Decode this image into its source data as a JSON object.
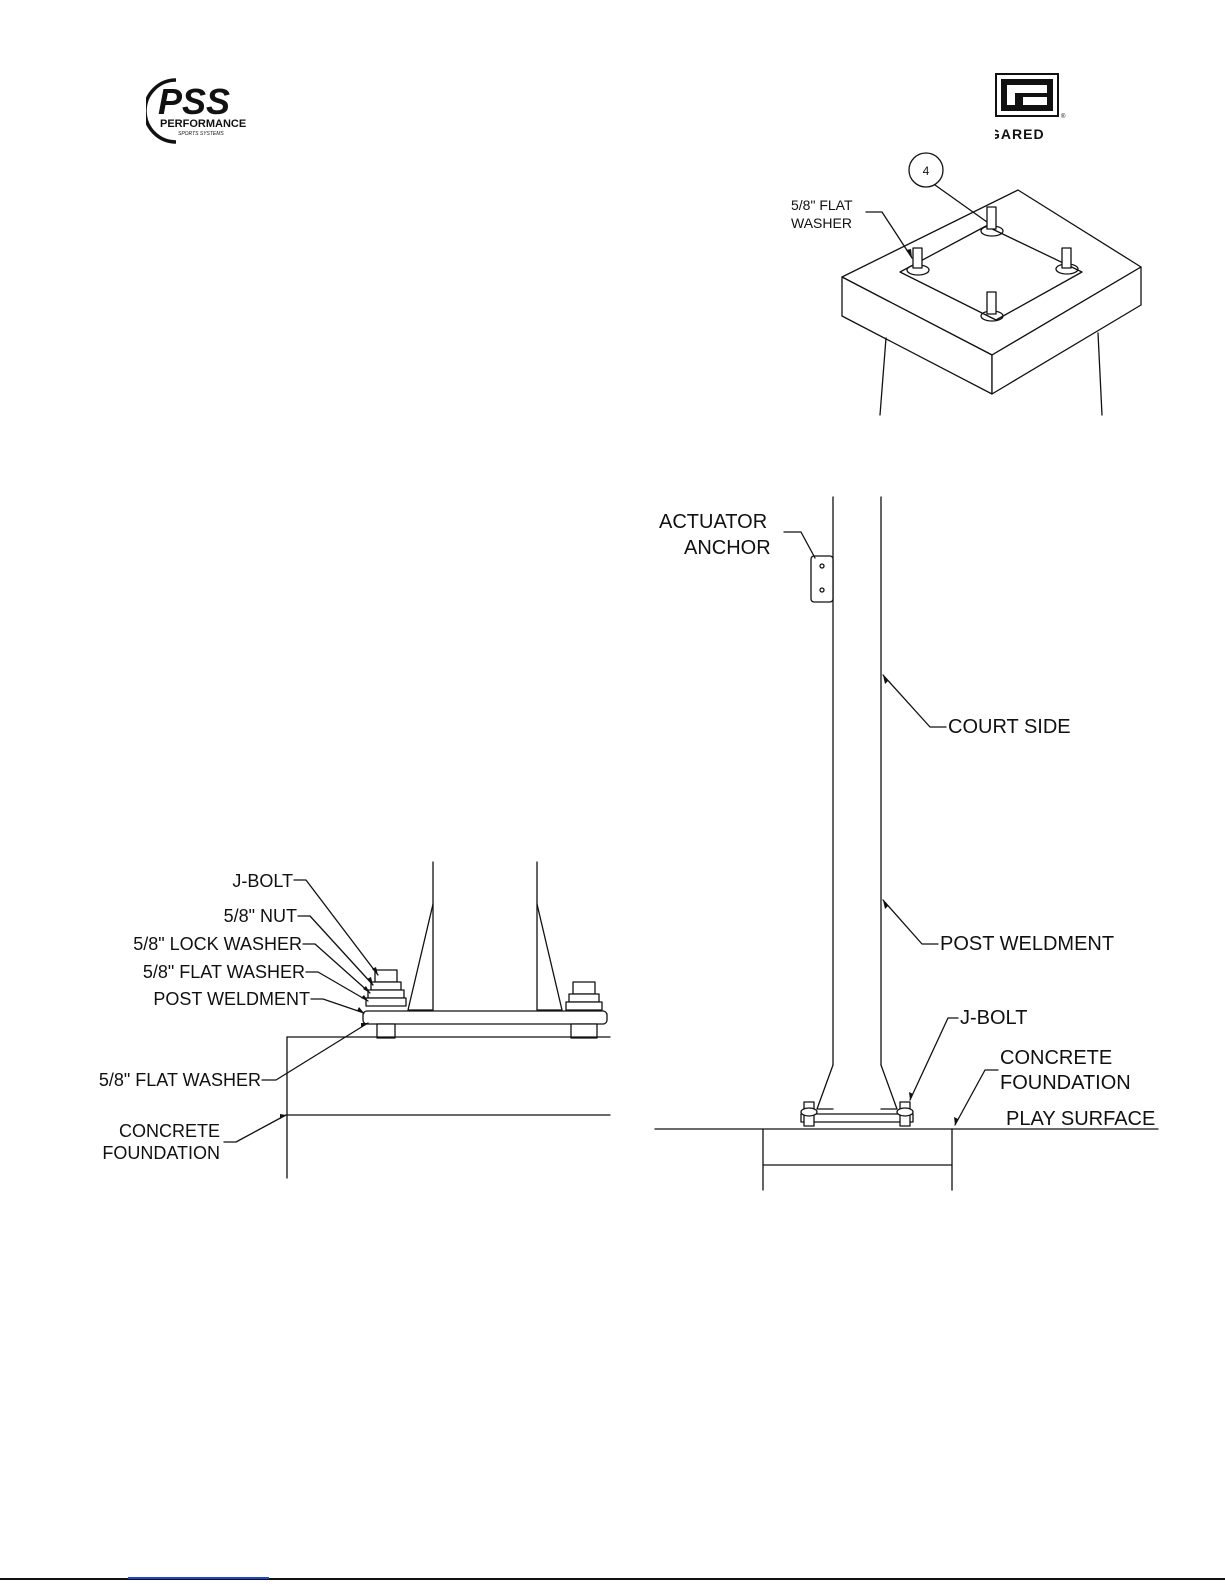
{
  "logos": {
    "left": {
      "name": "PSS",
      "subtitle": "PERFORMANCE",
      "tagline": "SPORTS SYSTEMS"
    },
    "right": {
      "name": "GARED",
      "mark": "®"
    }
  },
  "top_detail": {
    "callout_number": "4",
    "washer_label_line1": "5/8\" FLAT",
    "washer_label_line2": "WASHER"
  },
  "bottom_left_detail": {
    "j_bolt": "J-BOLT",
    "nut": "5/8\" NUT",
    "lock_washer": "5/8\" LOCK WASHER",
    "flat_washer_upper": "5/8\" FLAT WASHER",
    "post_weldment": "POST WELDMENT",
    "flat_washer_lower": "5/8\" FLAT WASHER",
    "concrete_line1": "CONCRETE",
    "concrete_line2": "FOUNDATION"
  },
  "bottom_right_detail": {
    "actuator_line1": "ACTUATOR",
    "actuator_line2": "ANCHOR",
    "court_side": "COURT SIDE",
    "post_weldment": "POST WELDMENT",
    "j_bolt": "J-BOLT",
    "concrete_line1": "CONCRETE",
    "concrete_line2": "FOUNDATION",
    "play_surface": "PLAY SURFACE"
  }
}
